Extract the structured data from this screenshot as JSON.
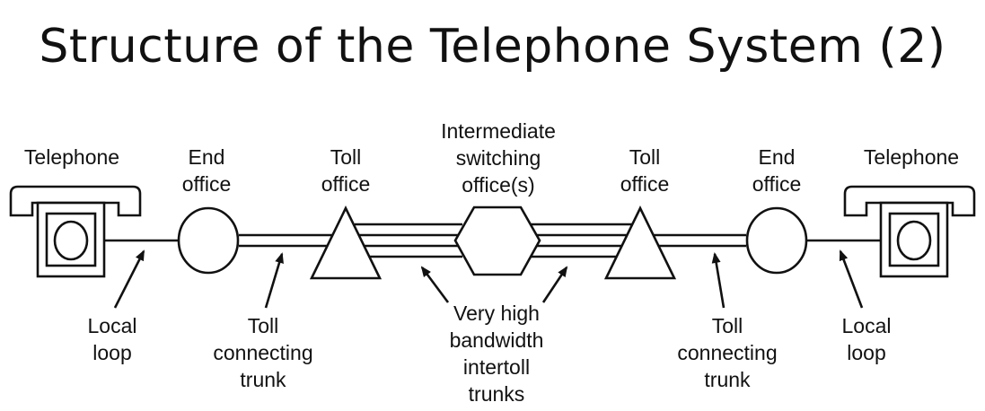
{
  "title": "Structure of the Telephone System (2)",
  "top_labels": {
    "telephone_left": "Telephone",
    "end_office_left": [
      "End",
      "office"
    ],
    "toll_office_left": [
      "Toll",
      "office"
    ],
    "intermediate": [
      "Intermediate",
      "switching",
      "office(s)"
    ],
    "toll_office_right": [
      "Toll",
      "office"
    ],
    "end_office_right": [
      "End",
      "office"
    ],
    "telephone_right": "Telephone"
  },
  "bottom_labels": {
    "local_loop_left": [
      "Local",
      "loop"
    ],
    "toll_connecting_trunk_left": [
      "Toll",
      "connecting",
      "trunk"
    ],
    "very_high_bandwidth": [
      "Very high",
      "bandwidth",
      "intertoll",
      "trunks"
    ],
    "toll_connecting_trunk_right": [
      "Toll",
      "connecting",
      "trunk"
    ],
    "local_loop_right": [
      "Local",
      "loop"
    ]
  }
}
